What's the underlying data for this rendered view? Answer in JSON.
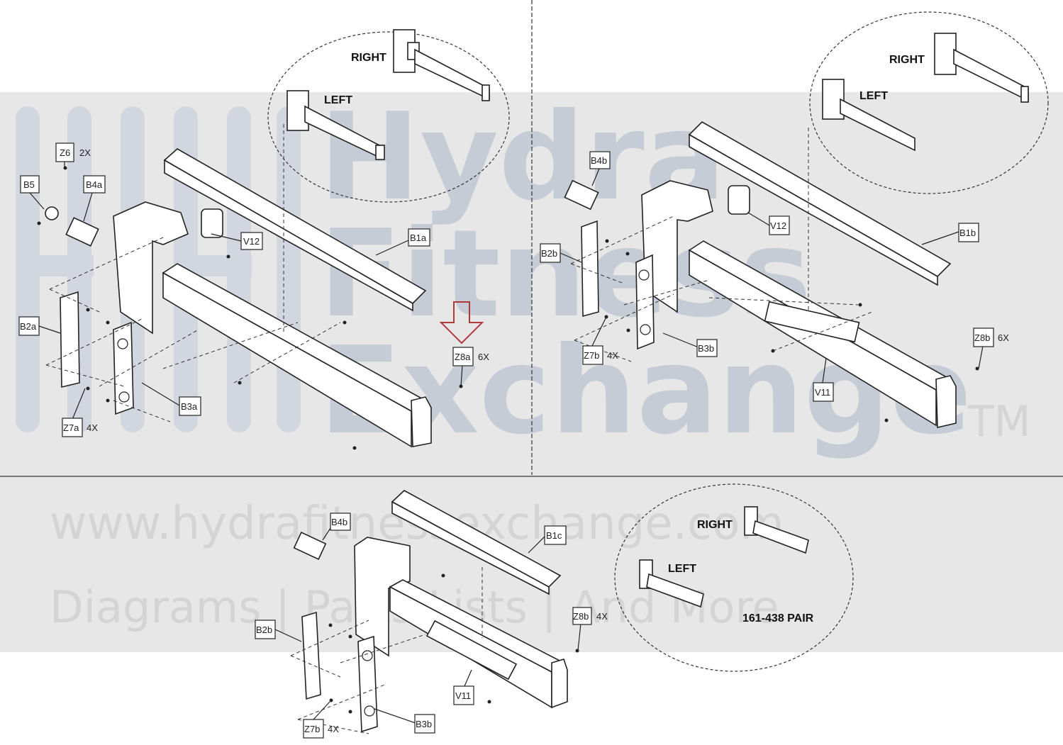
{
  "watermark": {
    "line1": "Hydra",
    "line2": "Fitness",
    "line3": "Exchange",
    "trademark": "TM",
    "url": "www.hydrafitnessexchange.com",
    "tagline": "Diagrams | Parts Lists | And More"
  },
  "panel_a": {
    "side_right": "RIGHT",
    "side_left": "LEFT",
    "labels": {
      "z6": "Z6",
      "z6_qty": "2X",
      "b5": "B5",
      "b4a": "B4a",
      "v12": "V12",
      "b1a": "B1a",
      "b2a": "B2a",
      "z8a": "Z8a",
      "z8a_qty": "6X",
      "b3a": "B3a",
      "z7a": "Z7a",
      "z7a_qty": "4X"
    }
  },
  "panel_b": {
    "side_right": "RIGHT",
    "side_left": "LEFT",
    "labels": {
      "b4b": "B4b",
      "v12": "V12",
      "b1b": "B1b",
      "b2b": "B2b",
      "z8b": "Z8b",
      "z8b_qty": "6X",
      "b3b": "B3b",
      "v11": "V11",
      "z7b": "Z7b",
      "z7b_qty": "4X"
    }
  },
  "panel_c": {
    "side_right": "RIGHT",
    "side_left": "LEFT",
    "pair_label": "161-438 PAIR",
    "labels": {
      "b4b": "B4b",
      "b1c": "B1c",
      "b2b": "B2b",
      "z8b": "Z8b",
      "z8b_qty": "4X",
      "v11": "V11",
      "z7b": "Z7b",
      "z7b_qty": "4X",
      "b3b": "B3b"
    }
  },
  "colors": {
    "watermark_band": "#e7e7e7",
    "watermark_letters": "#c6ccd6",
    "callout_arrow": "#b03a3a"
  }
}
